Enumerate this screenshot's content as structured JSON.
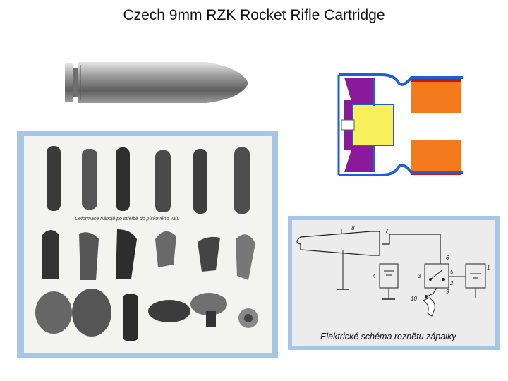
{
  "title": "Czech 9mm RZK Rocket Rifle Cartridge",
  "photo_caption": "Deformace nábojů po střelbě do pískového valu",
  "scheme_caption": "Elektrické schéma roznětu zápalky",
  "scheme_labels": [
    "8",
    "7",
    "6",
    "4",
    "3",
    "5",
    "1",
    "2",
    "9",
    "10"
  ],
  "colors": {
    "frame": "#a7c6e6",
    "blue": "#1f5fd6",
    "purple": "#8a1a9a",
    "yellow": "#f6f05a",
    "orange": "#f47a1c",
    "red": "#c41616"
  }
}
